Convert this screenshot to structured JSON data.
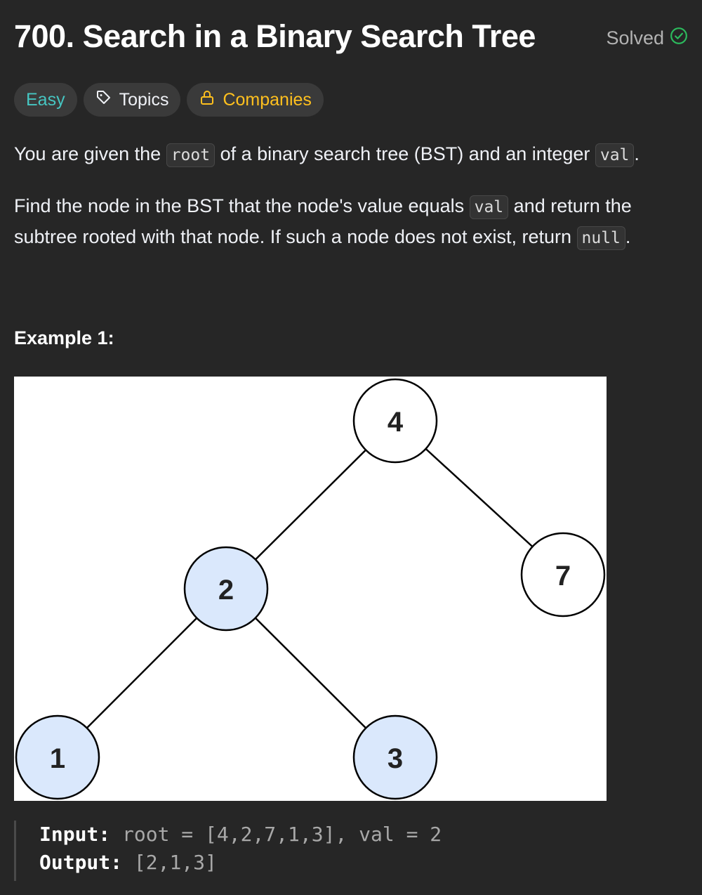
{
  "problem": {
    "title": "700. Search in a Binary Search Tree",
    "status": "Solved"
  },
  "tags": {
    "difficulty": "Easy",
    "topics": "Topics",
    "companies": "Companies"
  },
  "description": {
    "p1": {
      "t1": "You are given the ",
      "c1": "root",
      "t2": " of a binary search tree (BST) and an integer ",
      "c2": "val",
      "t3": "."
    },
    "p2": {
      "t1": "Find the node in the BST that the node's value equals ",
      "c1": "val",
      "t2": " and return the subtree rooted with that node. If such a node does not exist, return ",
      "c2": "null",
      "t3": "."
    }
  },
  "example": {
    "title": "Example 1:",
    "tree": {
      "nodes": [
        {
          "label": "4",
          "highlighted": false
        },
        {
          "label": "2",
          "highlighted": true
        },
        {
          "label": "7",
          "highlighted": false
        },
        {
          "label": "1",
          "highlighted": true
        },
        {
          "label": "3",
          "highlighted": true
        }
      ],
      "edges": [
        [
          "4",
          "2"
        ],
        [
          "4",
          "7"
        ],
        [
          "2",
          "1"
        ],
        [
          "2",
          "3"
        ]
      ],
      "highlight_color": "#dae8fc"
    },
    "input_label": "Input:",
    "input_value": "root = [4,2,7,1,3], val = 2",
    "output_label": "Output:",
    "output_value": "[2,1,3]"
  },
  "colors": {
    "easy": "#46c6c2",
    "companies": "#ffc01e",
    "solved_check": "#2cbb5d"
  }
}
